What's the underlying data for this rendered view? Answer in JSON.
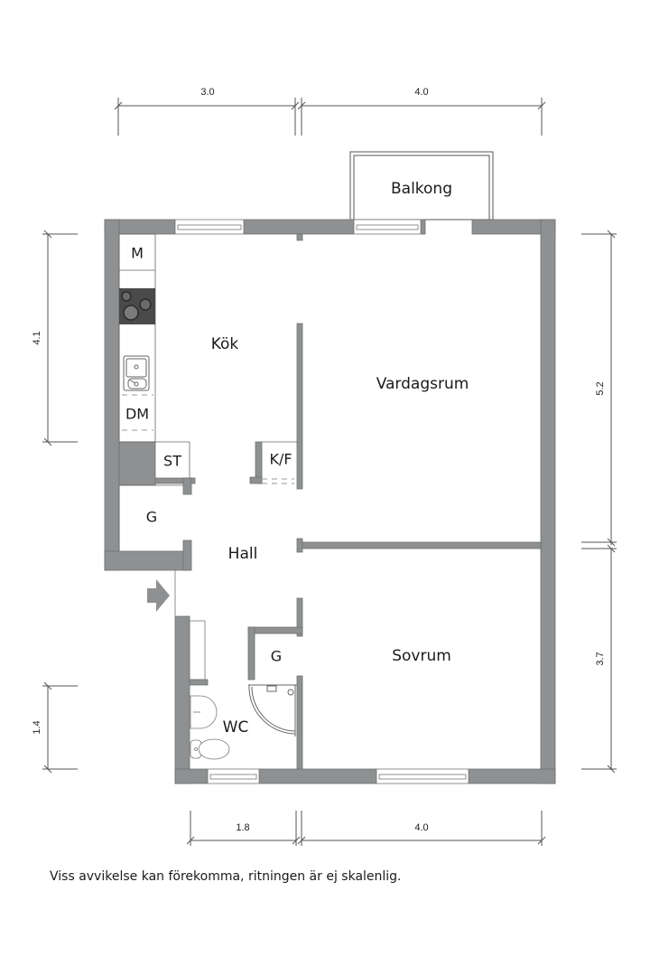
{
  "plan": {
    "wall_color": "#8e9091",
    "wall_stroke": "#6f7172",
    "rooms": {
      "balkong": "Balkong",
      "kok": "Kök",
      "vardagsrum": "Vardagsrum",
      "hall": "Hall",
      "sovrum": "Sovrum",
      "wc": "WC",
      "garderob_hall": "G",
      "garderob_sovrum": "G",
      "mikro": "M",
      "diskmaskin": "DM",
      "stadskap": "ST",
      "kyl_frys": "K/F"
    },
    "dimensions": {
      "top_left": "3.0",
      "top_right": "4.0",
      "left_top": "4.1",
      "left_bottom": "1.4",
      "right_top": "5.2",
      "right_bottom": "3.7",
      "bottom_left": "1.8",
      "bottom_right": "4.0"
    }
  },
  "footer": {
    "disclaimer": "Viss avvikelse kan förekomma, ritningen är ej skalenlig."
  }
}
